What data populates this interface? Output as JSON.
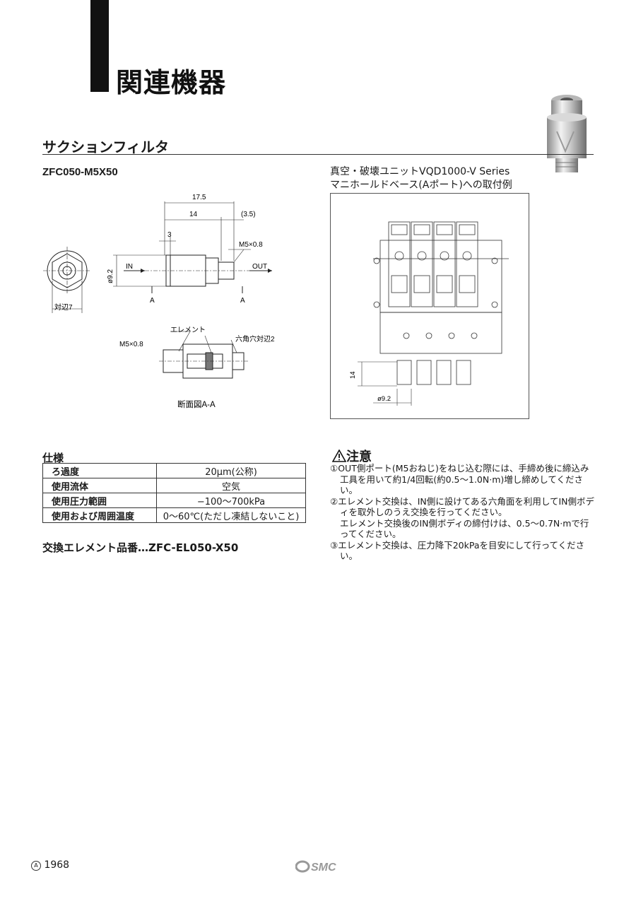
{
  "header": {
    "title": "関連機器"
  },
  "section": {
    "title": "サクションフィルタ",
    "model": "ZFC050-M5X50"
  },
  "drawing": {
    "dim_overall": "17.5",
    "dim_body": "14",
    "dim_thread_len": "(3.5)",
    "dim_hex_len": "3",
    "thread_out": "M5×0.8",
    "diameter": "ø9.2",
    "in_label": "IN",
    "out_label": "OUT",
    "section_mark_left": "A",
    "section_mark_right": "A",
    "across_flats": "対辺7",
    "element_label": "エレメント",
    "thread_in": "M5×0.8",
    "hex_socket": "六角穴対辺2",
    "section_caption": "断面図A-A"
  },
  "manifold": {
    "caption_line1": "真空・破壊ユニットVQD1000-V Series",
    "caption_line2": "マニホールドベース(Aポート)への取付例",
    "dim_height": "14",
    "dim_diameter": "ø9.2"
  },
  "spec": {
    "title": "仕様",
    "rows": [
      {
        "label": "ろ過度",
        "value": "20μm(公称)"
      },
      {
        "label": "使用流体",
        "value": "空気"
      },
      {
        "label": "使用圧力範囲",
        "value": "−100〜700kPa"
      },
      {
        "label": "使用および周囲温度",
        "value": "0〜60℃(ただし凍結しないこと)"
      }
    ]
  },
  "replacement": "交換エレメント品番…ZFC-EL050-X50",
  "caution": {
    "title": "注意",
    "items": [
      "①OUT側ポート(M5おねじ)をねじ込む際には、手締め後に締込み工具を用いて約1/4回転(約0.5〜1.0N·m)増し締めしてください。",
      "②エレメント交換は、IN側に設けてある六角面を利用してIN側ボディを取外しのうえ交換を行ってください。",
      "エレメント交換後のIN側ボディの締付けは、0.5〜0.7N·mで行ってください。",
      "③エレメント交換は、圧力降下20kPaを目安にして行ってください。"
    ]
  },
  "footer": {
    "page_number": "1968",
    "corner_mark": "A",
    "brand": "SMC"
  }
}
